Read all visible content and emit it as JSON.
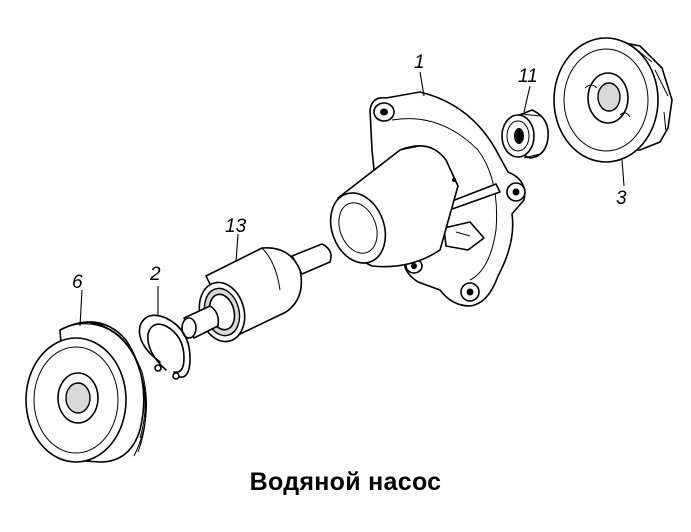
{
  "title": "Водяной насос",
  "callouts": {
    "c1": "1",
    "c2": "2",
    "c3": "3",
    "c6": "6",
    "c11": "11",
    "c13": "13"
  }
}
